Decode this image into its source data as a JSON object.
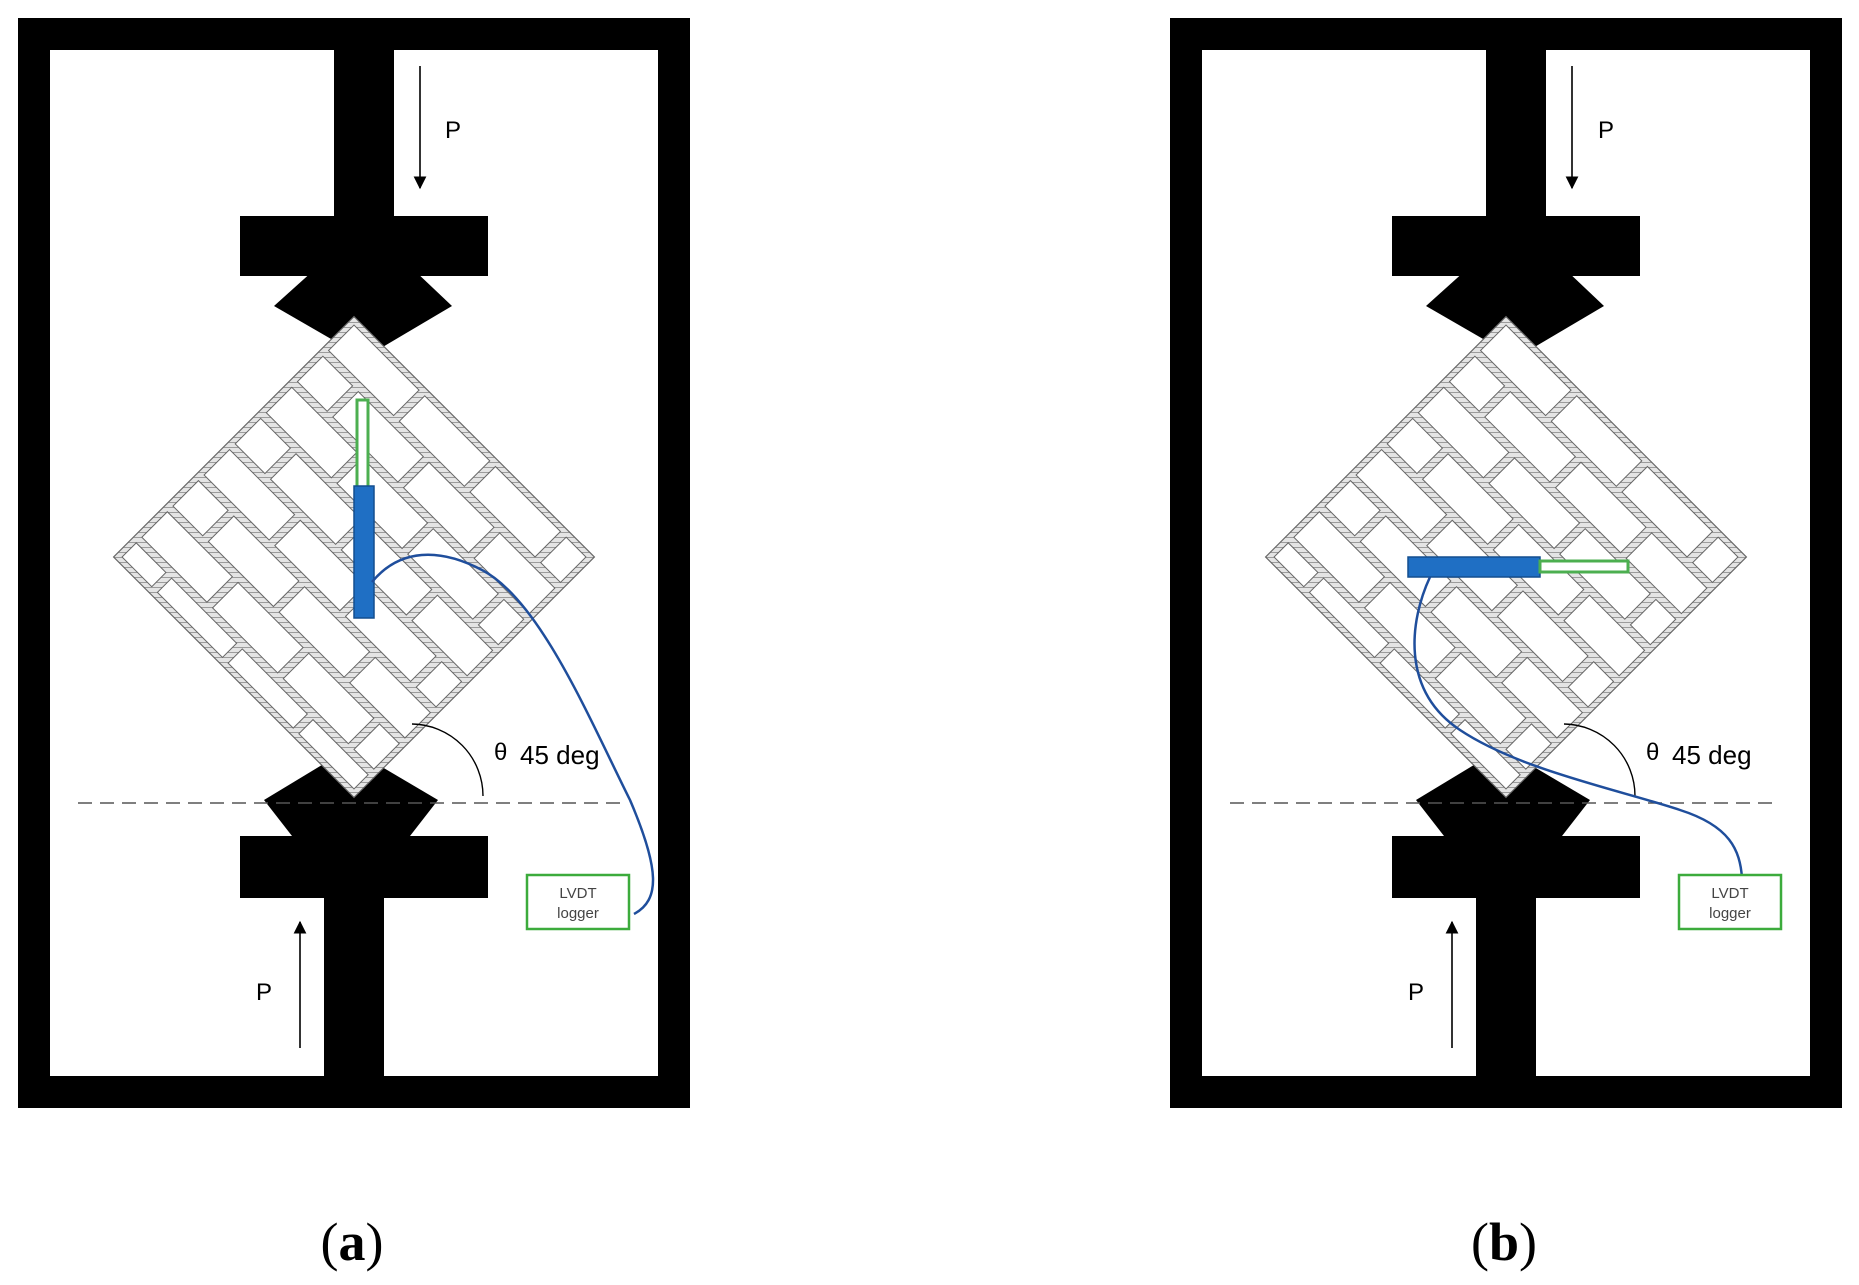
{
  "panels": [
    {
      "id": "a",
      "label_open": "(",
      "label_letter": "a",
      "label_close": ")",
      "load_top": "P",
      "load_bottom": "P",
      "angle_symbol": "θ",
      "angle_text": "45 deg",
      "logger_line1": "LVDT",
      "logger_line2": "logger",
      "lvdt_orientation": "vertical"
    },
    {
      "id": "b",
      "label_open": "(",
      "label_letter": "b",
      "label_close": ")",
      "load_top": "P",
      "load_bottom": "P",
      "angle_symbol": "θ",
      "angle_text": "45 deg",
      "logger_line1": "LVDT",
      "logger_line2": "logger",
      "lvdt_orientation": "horizontal"
    }
  ],
  "colors": {
    "frame": "#000000",
    "mortar": "#d9d9d9",
    "brick": "#ffffff",
    "lvdt_body": "#1f6fc4",
    "lvdt_rod": "#5cb85c",
    "cable": "#1f4e9c",
    "logger_border": "#3cab3c"
  }
}
